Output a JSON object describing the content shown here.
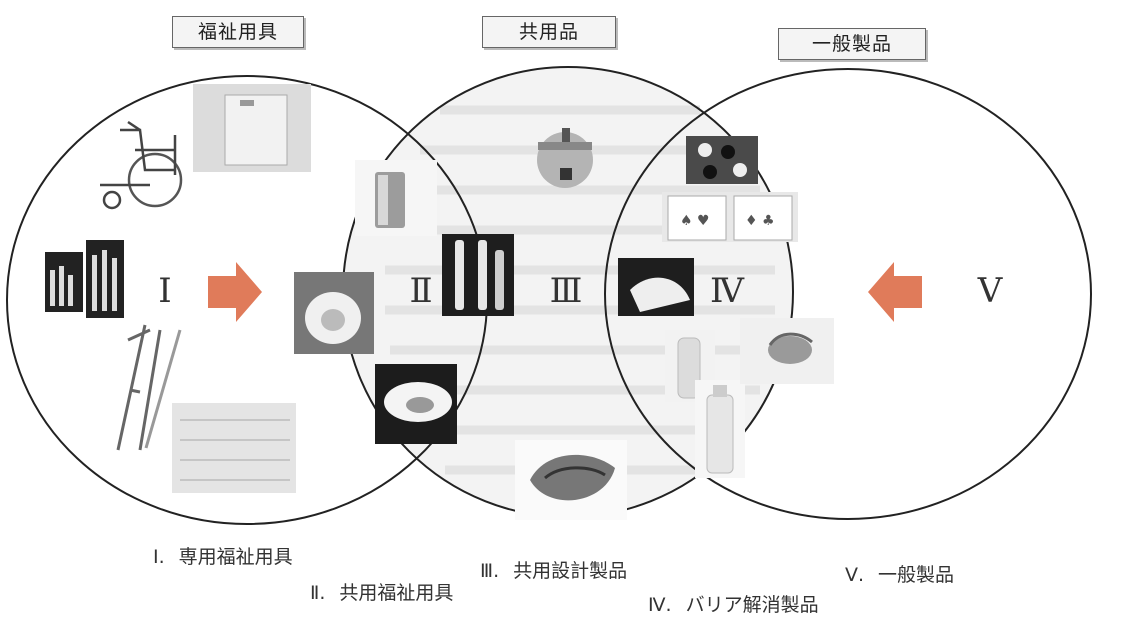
{
  "headers": {
    "welfare": "福祉用具",
    "shared": "共用品",
    "general": "一般製品"
  },
  "regions": {
    "r1": "Ⅰ",
    "r2": "Ⅱ",
    "r3": "Ⅲ",
    "r4": "Ⅳ",
    "r5": "Ⅴ"
  },
  "legend": [
    {
      "num": "Ⅰ.",
      "label": "専用福祉用具"
    },
    {
      "num": "Ⅱ.",
      "label": "共用福祉用具"
    },
    {
      "num": "Ⅲ.",
      "label": "共用設計製品"
    },
    {
      "num": "Ⅳ.",
      "label": "バリア解消製品"
    },
    {
      "num": "Ⅴ.",
      "label": "一般製品"
    }
  ],
  "colors": {
    "circle_stroke": "#222222",
    "arrow": "#e07b5a",
    "shared_fill": "#f1f1f1"
  },
  "icons": [
    "wheelchair-photo",
    "cutting-board-photo",
    "large-number-phone-photo",
    "crutches-photo",
    "mat-photo",
    "lighter-photo",
    "toothbrush-photo",
    "toilet-seat-photo",
    "washlet-photo",
    "rice-cooker-photo",
    "othello-photo",
    "playing-cards-photo",
    "milk-carton-photo",
    "bottle-photo",
    "shampoo-photo",
    "sponge-photo",
    "hand-photo"
  ]
}
